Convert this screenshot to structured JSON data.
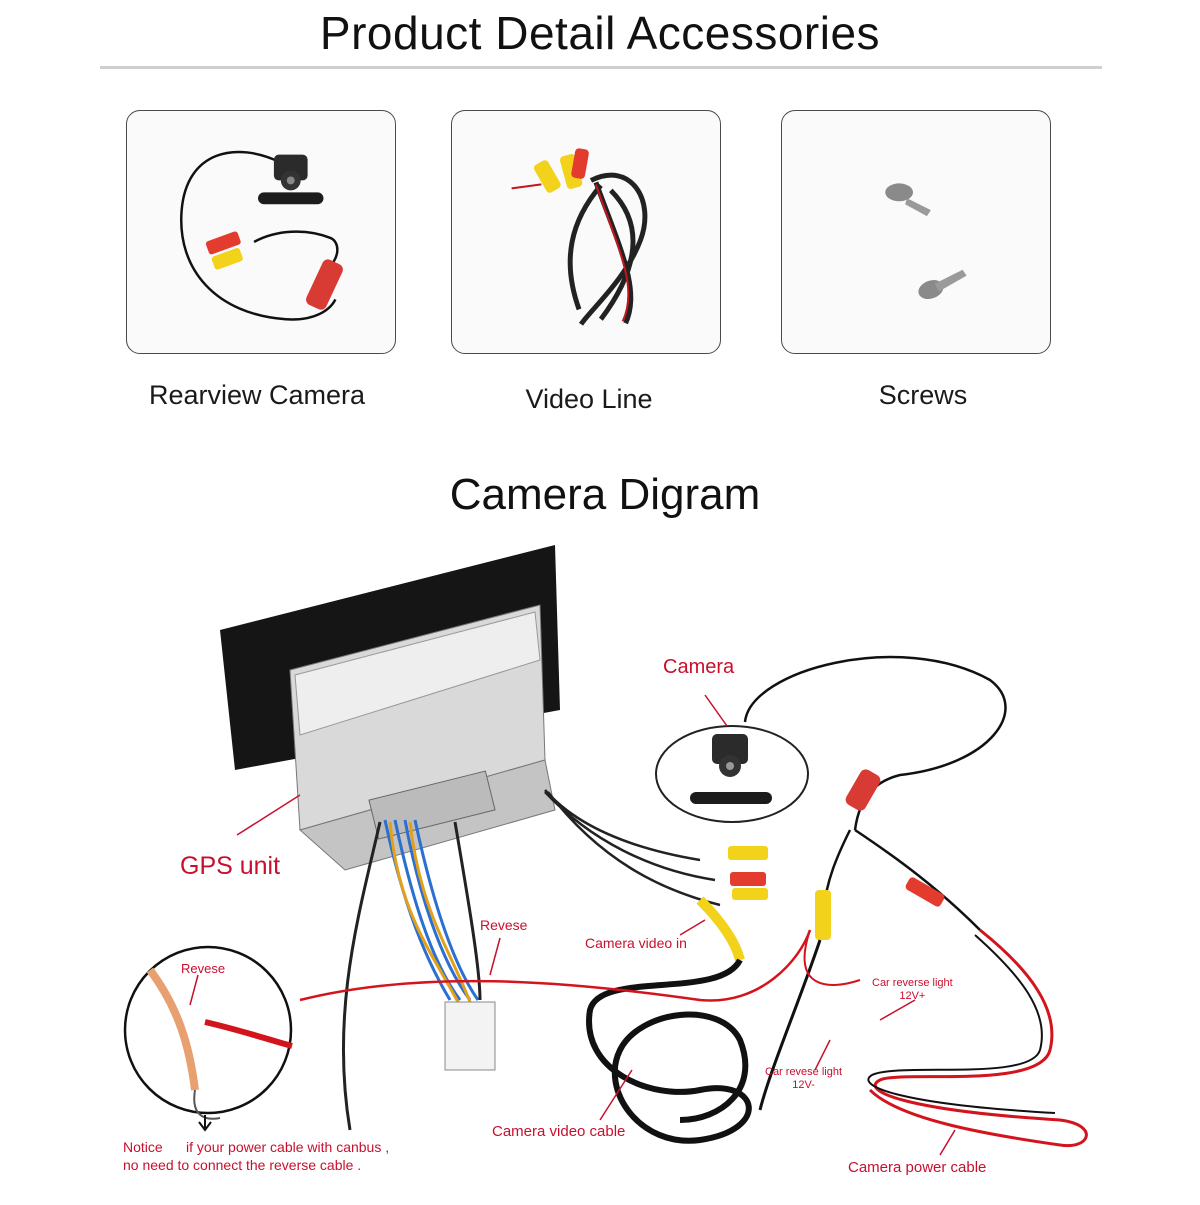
{
  "page_title": "Product Detail Accessories",
  "accessories": [
    {
      "label": "Rearview Camera"
    },
    {
      "label": "Video Line"
    },
    {
      "label": "Screws"
    }
  ],
  "diagram": {
    "title": "Camera Digram",
    "labels": {
      "camera": "Camera",
      "gps_unit": "GPS unit",
      "reverse_main": "Revese",
      "reverse_inset": "Revese",
      "camera_video_in": "Camera video in",
      "car_reverse_light_pos": "Car reverse light\n12V+",
      "car_reverse_light_neg": "Car revese light\n12V-",
      "camera_video_cable": "Camera video cable",
      "camera_power_cable": "Camera power cable",
      "notice": "Notice      if your power cable with canbus ,\nno need to connect the reverse cable ."
    },
    "colors": {
      "label_red": "#c8102e",
      "wire_red": "#d4141c",
      "rca_yellow": "#f2d21a"
    }
  }
}
